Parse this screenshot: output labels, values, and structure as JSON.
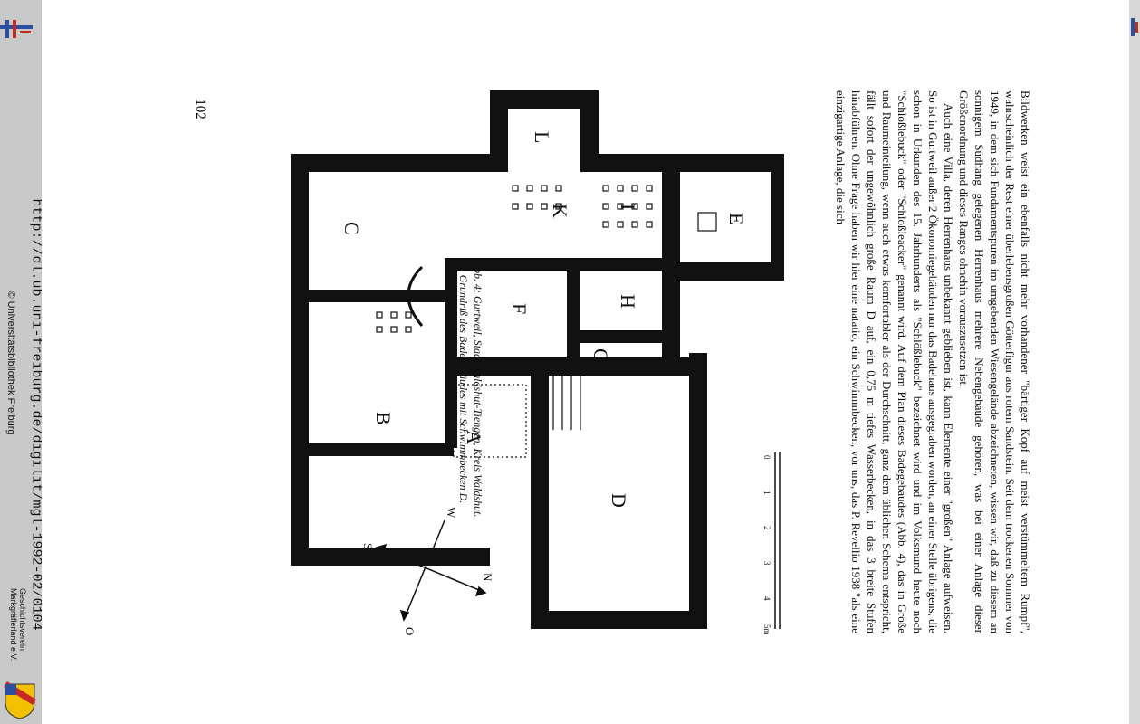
{
  "sidebar": {
    "url": "http://dl.ub.uni-freiburg.de/digilit/mgl-1992-02/0104",
    "copyright": "© Universitätsbibliothek Freiburg",
    "society_line1": "Geschichtsverein",
    "society_line2": "Markgräflerland e.V."
  },
  "page": {
    "number": "102",
    "paragraphs": [
      "Bildwerken weist ein ebenfalls nicht mehr vorhandener \"bärtiger Kopf auf meist verstümmeltem Rumpf\", wahrscheinlich der Rest einer überlebensgroßen Götterfigur aus rotem Sandstein. Seit dem trockenen Sommer von 1949, in dem sich Fundamentspuren im umgebenden Wiesengelände abzeichneten, wissen wir, daß zu diesem an sonnigem Südhang gelegenen Herrenhaus mehrere Nebengebäude gehören, was bei einer Anlage dieser Größenordnung und dieses Ranges ohnehin vorauszusetzen ist.",
      "Auch eine Villa, deren Herrenhaus unbekannt geblieben ist, kann Elemente einer \"großen\" Anlage aufweisen. So ist in Gurtweil außer 2 Ökonomiegebäuden nur das Badehaus ausgegraben worden, an einer Stelle übrigens, die schon in Urkunden des 15. Jahrhunderts als \"Schlößlebuck\" bezeichnet wird und im Volksmund heute noch \"Schlößlebuck\" oder \"Schlößleacker\" genannt wird. Auf dem Plan dieses Badegebäudes (Abb. 4), das in Größe und Raumeinteilung, wenn auch etwas komfortabler als der Durchschnitt, ganz dem üblichen Schema entspricht, fällt sofort der ungewöhnlich große Raum D auf, ein 0,75 m tiefes Wasserbecken, in das 3 breite Stufen hinabführen. Ohne Frage haben wir hier eine natatio, ein Schwimmbecken, vor uns, das P. Revellio 1938 \"als eine einzigartige Anlage, die sich"
    ],
    "caption_line1": "Abb. 4: Gurtweil, Stadt Waldshut-Tiengen, Kreis Waldshut.",
    "caption_line2": "Grundriß des Badegebäudes mit Schwimmbecken D."
  },
  "plan": {
    "rooms": [
      "A",
      "B",
      "C",
      "D",
      "E",
      "F",
      "G",
      "H",
      "I",
      "K",
      "L"
    ],
    "compass": {
      "n": "N",
      "o": "O",
      "s": "S",
      "w": "W"
    },
    "scale_labels": [
      "0",
      "1",
      "2",
      "3",
      "4",
      "5m"
    ]
  }
}
